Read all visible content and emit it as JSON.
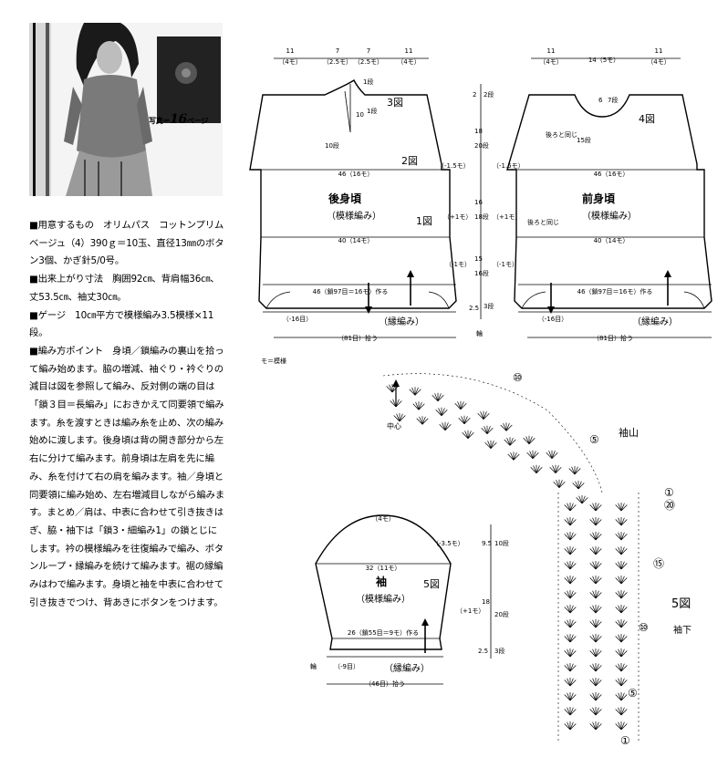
{
  "photo": {
    "caption_prefix": "写真＝",
    "caption_page": "16",
    "caption_suffix": "ページ"
  },
  "instructions": [
    "■用意するもの　オリムパス　コットンプリム　ベージュ（4）390ｇ＝10玉、直径13㎜のボタン3個、かぎ針5/0号。",
    "■出来上がり寸法　胸囲92㎝、背肩幅36㎝、丈53.5㎝、袖丈30㎝。",
    "■ゲージ　10㎝平方で模様編み3.5模様×11段。",
    "■編み方ポイント　身頃／鎖編みの裏山を拾って編み始めます。脇の増減、袖ぐり・衿ぐりの減目は図を参照して編み、反対側の端の目は「鎖３目＝長編み」におきかえて同要領で編みます。糸を渡すときは編み糸を止め、次の編み始めに渡します。後身頃は背の開き部分から左右に分けて編みます。前身頃は左肩を先に編み、糸を付けて右の肩を編みます。袖／身頃と同要領に編み始め、左右増減目しながら編みます。まとめ／肩は、中表に合わせて引き抜きはぎ、脇・袖下は「鎖3・細編み1」の鎖とじにします。衿の模様編みを往復編みで編み、ボタンループ・縁編みを続けて編みます。裾の縁編みはわで編みます。身頃と袖を中表に合わせて引き抜きでつけ、背あきにボタンをつけます。"
  ],
  "back": {
    "top_dims": [
      "11",
      "（4モ）",
      "7",
      "（2.5モ）",
      "7",
      "（2.5モ）",
      "11",
      "（4モ）"
    ],
    "neck_dim_a": "1段",
    "neck_dim_b": "10",
    "neck_dim_c": "1段",
    "fig_3": "3図",
    "fig_2": "2図",
    "title": "後身頃",
    "pattern": "（模様編み）",
    "fig_1": "1図",
    "armhole_rows": "10段",
    "w46": "46（16モ）",
    "w40": "40（14モ）",
    "dec_top": "（-1.5モ）",
    "inc_mid": "（+1モ）",
    "dec_low": "（-1モ）",
    "chain": "46（鎖97目＝16モ）作る",
    "hem_rows": "（-16目）",
    "edging": "（縁編み）",
    "pickup": "（81目）拾う"
  },
  "center": {
    "v1": "2",
    "v1b": "2段",
    "v2": "18",
    "v2b": "20段",
    "v3": "16",
    "v3b": "18段",
    "v4": "15",
    "v4b": "16段",
    "v5": "2.5",
    "v5b": "3段",
    "ring": "輪"
  },
  "front": {
    "top_dims": [
      "11",
      "（4モ）",
      "14（5モ）",
      "11",
      "（4モ）"
    ],
    "neck_a": "6",
    "neck_b": "7段",
    "fig_4": "4図",
    "same_back": "後ろと同じ",
    "armhole_rows": "15段",
    "dec_top": "（-1.5モ）",
    "w46": "46（16モ）",
    "title": "前身頃",
    "pattern": "（模様編み）",
    "inc_mid": "（+1モ）",
    "same_back_2": "後ろと同じ",
    "w40": "40（14モ）",
    "dec_low": "（-1モ）",
    "chain": "46（鎖97目＝16モ）作る",
    "hem_rows": "（-16目）",
    "edging": "（縁編み）",
    "pickup": "（81目）拾う"
  },
  "legend": "モ＝模様",
  "chart": {
    "center_label": "中心",
    "sleeve_cap": "袖山",
    "fig_5": "5図",
    "under_sleeve": "袖下",
    "rows": [
      "⑩",
      "⑤",
      "①",
      "⑳",
      "⑮",
      "⑩",
      "⑤",
      "①"
    ]
  },
  "sleeve": {
    "top": "（4モ）",
    "cap_dec": "（-3.5モ）",
    "w32": "32（11モ）",
    "title": "袖",
    "fig_5": "5図",
    "pattern": "（模様編み）",
    "inc": "（+1モ）",
    "chain": "26（鎖55目＝9モ）作る",
    "hem_rows": "（-9目）",
    "edging": "（縁編み）",
    "pickup": "（46目）拾う",
    "ring": "輪",
    "cap_h": "9.5",
    "cap_rows": "10段",
    "body_h": "18",
    "body_rows": "20段",
    "hem_h": "2.5",
    "hem_rows_v": "3段"
  }
}
